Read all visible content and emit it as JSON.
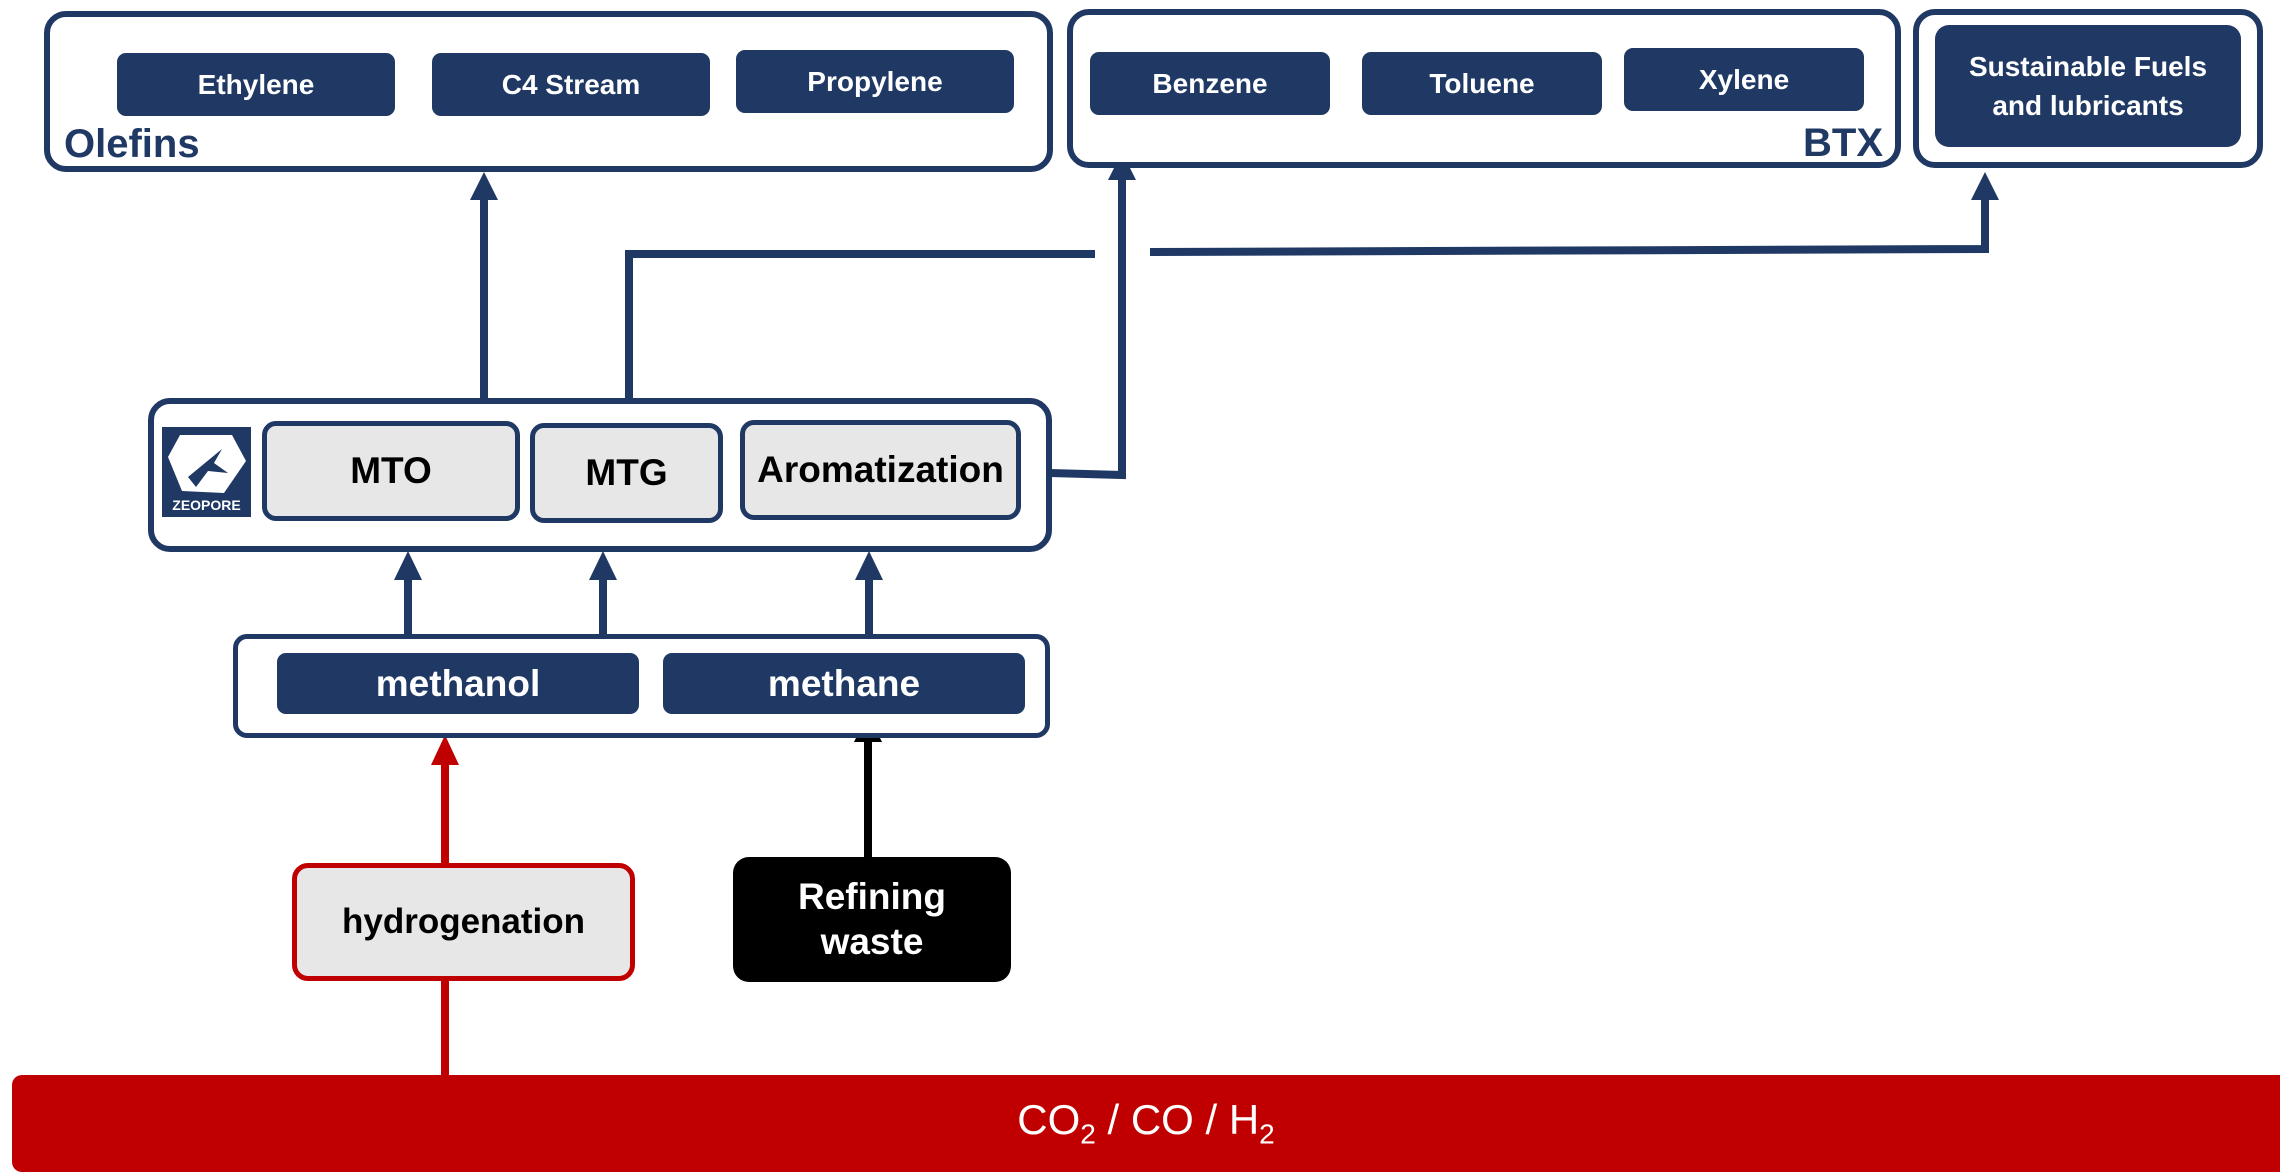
{
  "groups": {
    "olefins": {
      "label": "Olefins",
      "items": [
        "Ethylene",
        "C4 Stream",
        "Propylene"
      ]
    },
    "btx": {
      "label": "BTX",
      "items": [
        "Benzene",
        "Toluene",
        "Xylene"
      ]
    },
    "fuels": {
      "label": "Sustainable Fuels and lubricants"
    }
  },
  "processes": {
    "logo_text": "ZEOPORE",
    "items": [
      "MTO",
      "MTG",
      "Aromatization"
    ]
  },
  "feeds": {
    "methanol": "methanol",
    "methane": "methane"
  },
  "sources": {
    "hydrogenation": "hydrogenation",
    "refining_waste": "Refining waste"
  },
  "base": {
    "co2": "CO",
    "sub2": "2",
    "sep1": " / CO / H",
    "sub_h2": "2"
  },
  "colors": {
    "navy": "#1f3864",
    "red": "#c00000",
    "black": "#000000",
    "grey": "#e7e7e7"
  }
}
